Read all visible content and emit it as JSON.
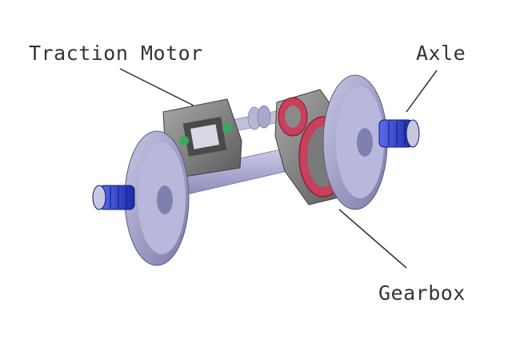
{
  "labels": {
    "traction_motor": "Traction Motor",
    "axle": "Axle",
    "gearbox": "Gearbox"
  },
  "colors": {
    "wheel": "#9e9ec6",
    "axle_shaft": "#a9a9d2",
    "motor_housing": "#7f7f7f",
    "gear_teeth": "#c8405a",
    "bearing_blue": "#2a3fd6",
    "leader_line": "#333333"
  }
}
